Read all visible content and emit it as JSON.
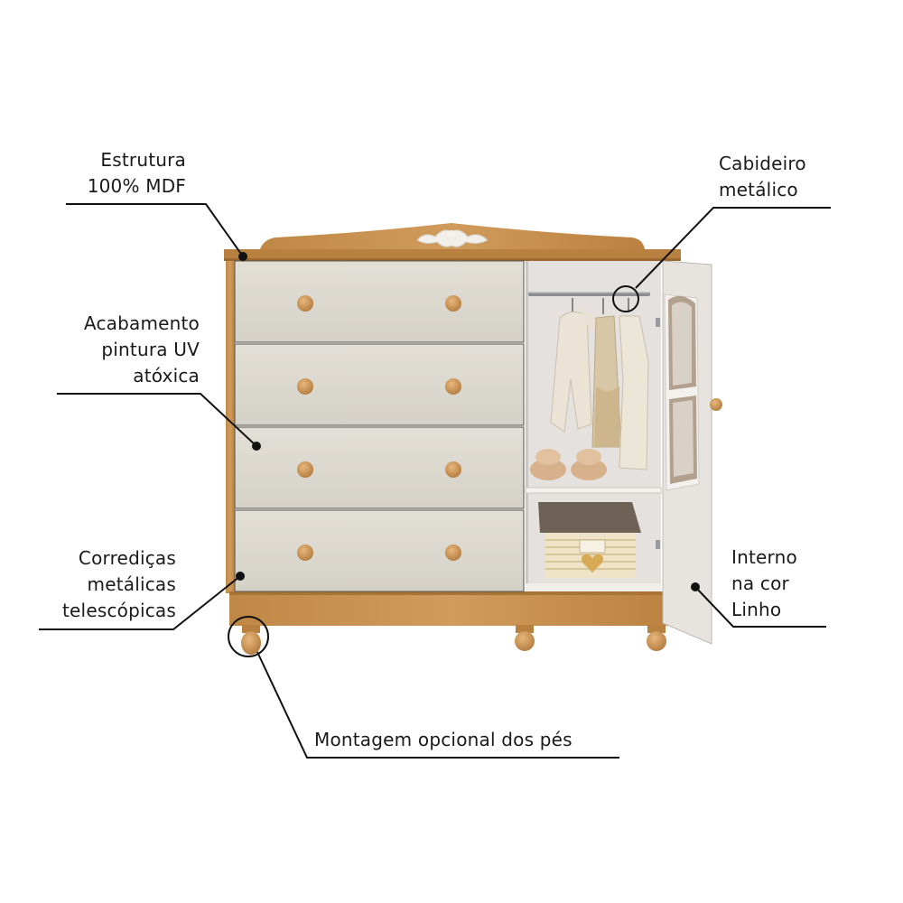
{
  "annotations": {
    "estrutura": [
      "Estrutura",
      "100% MDF"
    ],
    "acabamento": [
      "Acabamento",
      "pintura UV",
      "atóxica"
    ],
    "corredicas": [
      "Corrediças",
      "metálicas",
      "telescópicas"
    ],
    "cabideiro": [
      "Cabideiro",
      "metálico"
    ],
    "interno": [
      "Interno",
      "na cor",
      "Linho"
    ],
    "montagem": "Montagem opcional dos pés"
  },
  "colors": {
    "wood": "#c8924f",
    "wood_dark": "#a87436",
    "panel": "#dcd9d0",
    "interior": "#e4e1df",
    "line": "#111111"
  },
  "icons": [
    "ornament-icon",
    "heart-icon"
  ]
}
